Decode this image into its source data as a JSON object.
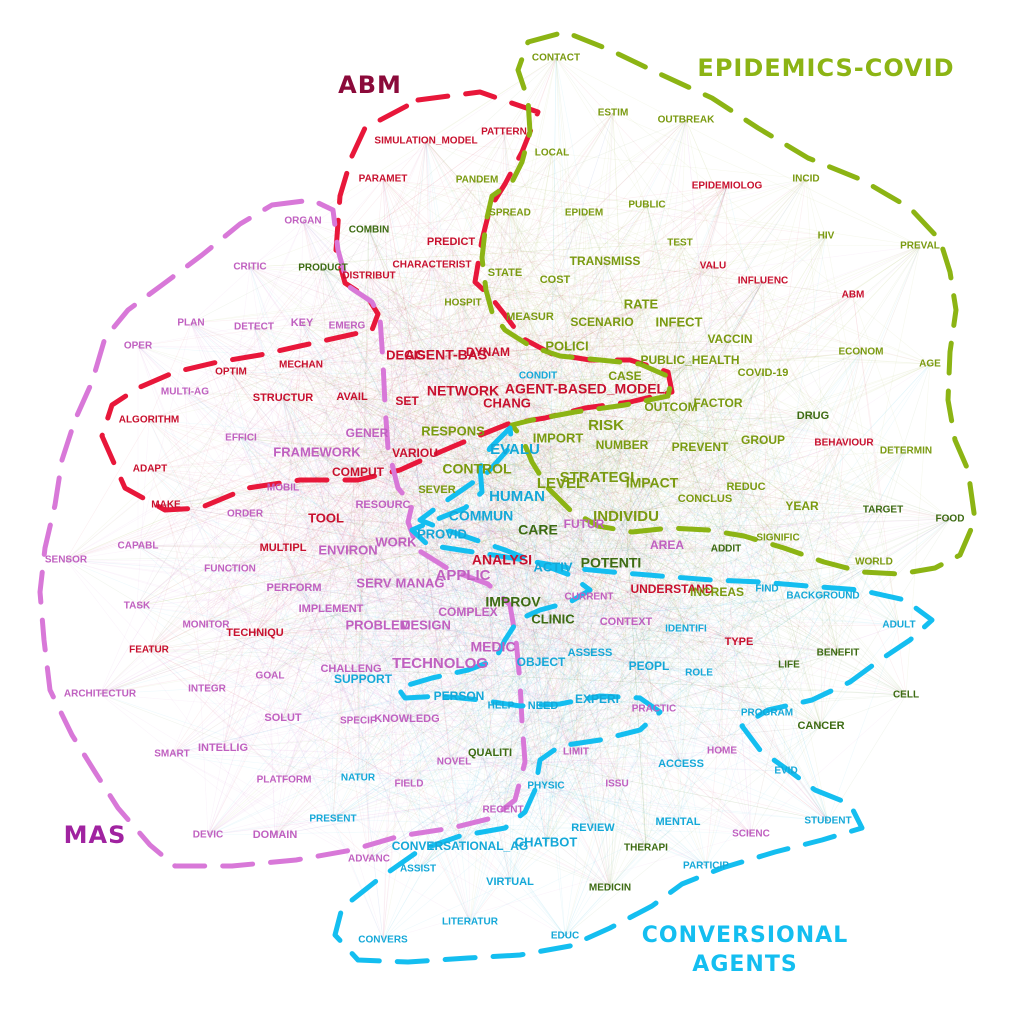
{
  "colors": {
    "abm": "#e8173a",
    "abm_label": "#8b0a3a",
    "mas": "#d878d8",
    "mas_label": "#a023a0",
    "epidemics": "#8cb414",
    "epidemics_label": "#8cb414",
    "conversational": "#14bef0",
    "conversational_label": "#14bef0"
  },
  "chart_data": {
    "type": "network",
    "clusters": [
      {
        "id": "abm",
        "label": "ABM"
      },
      {
        "id": "epidemics",
        "label": "EPIDEMICS-COVID"
      },
      {
        "id": "mas",
        "label": "MAS"
      },
      {
        "id": "conversational",
        "label": "CONVERSIONAL AGENTS"
      }
    ],
    "keywords": [
      {
        "text": "CONTACT",
        "color": "#7a9a10"
      },
      {
        "text": "ESTIM",
        "color": "#7a9a10"
      },
      {
        "text": "OUTBREAK",
        "color": "#7a9a10"
      },
      {
        "text": "LOCAL",
        "color": "#7a9a10"
      },
      {
        "text": "PATTERN",
        "color": "#c8102e"
      },
      {
        "text": "SIMULATION_MODEL",
        "color": "#c8102e"
      },
      {
        "text": "PARAMET",
        "color": "#c8102e"
      },
      {
        "text": "PANDEM",
        "color": "#7a9a10"
      },
      {
        "text": "EPIDEMIOLOG",
        "color": "#c8102e"
      },
      {
        "text": "INCID",
        "color": "#7a9a10"
      },
      {
        "text": "SPREAD",
        "color": "#7a9a10"
      },
      {
        "text": "EPIDEM",
        "color": "#7a9a10"
      },
      {
        "text": "PUBLIC",
        "color": "#7a9a10"
      },
      {
        "text": "ORGAN",
        "color": "#c060c0"
      },
      {
        "text": "COMBIN",
        "color": "#3d6b12"
      },
      {
        "text": "PREDICT",
        "color": "#c8102e"
      },
      {
        "text": "TEST",
        "color": "#7a9a10"
      },
      {
        "text": "HIV",
        "color": "#7a9a10"
      },
      {
        "text": "PREVAL",
        "color": "#7a9a10"
      },
      {
        "text": "CRITIC",
        "color": "#c060c0"
      },
      {
        "text": "PRODUCT",
        "color": "#3d6b12"
      },
      {
        "text": "DISTRIBUT",
        "color": "#c8102e"
      },
      {
        "text": "CHARACTERIST",
        "color": "#c8102e"
      },
      {
        "text": "STATE",
        "color": "#7a9a10"
      },
      {
        "text": "COST",
        "color": "#7a9a10"
      },
      {
        "text": "TRANSMISS",
        "color": "#7a9a10"
      },
      {
        "text": "VALU",
        "color": "#c8102e"
      },
      {
        "text": "INFLUENC",
        "color": "#c8102e"
      },
      {
        "text": "ABM",
        "color": "#c8102e"
      },
      {
        "text": "PLAN",
        "color": "#c060c0"
      },
      {
        "text": "DETECT",
        "color": "#c060c0"
      },
      {
        "text": "KEY",
        "color": "#c060c0"
      },
      {
        "text": "HOSPIT",
        "color": "#7a9a10"
      },
      {
        "text": "RATE",
        "color": "#7a9a10"
      },
      {
        "text": "EMERG",
        "color": "#c060c0"
      },
      {
        "text": "MEASUR",
        "color": "#7a9a10"
      },
      {
        "text": "SCENARIO",
        "color": "#7a9a10"
      },
      {
        "text": "INFECT",
        "color": "#7a9a10"
      },
      {
        "text": "VACCIN",
        "color": "#7a9a10"
      },
      {
        "text": "ECONOM",
        "color": "#7a9a10"
      },
      {
        "text": "AGE",
        "color": "#7a9a10"
      },
      {
        "text": "OPER",
        "color": "#c060c0"
      },
      {
        "text": "DECIS",
        "color": "#c8102e"
      },
      {
        "text": "AGENT-BAS",
        "color": "#c8102e"
      },
      {
        "text": "DYNAM",
        "color": "#c8102e"
      },
      {
        "text": "POLICI",
        "color": "#7a9a10"
      },
      {
        "text": "PUBLIC_HEALTH",
        "color": "#7a9a10"
      },
      {
        "text": "MECHAN",
        "color": "#c8102e"
      },
      {
        "text": "OPTIM",
        "color": "#c8102e"
      },
      {
        "text": "CONDIT",
        "color": "#14a8d8"
      },
      {
        "text": "CASE",
        "color": "#7a9a10"
      },
      {
        "text": "COVID-19",
        "color": "#7a9a10"
      },
      {
        "text": "MULTI-AG",
        "color": "#c060c0"
      },
      {
        "text": "STRUCTUR",
        "color": "#c8102e"
      },
      {
        "text": "AVAIL",
        "color": "#c8102e"
      },
      {
        "text": "NETWORK",
        "color": "#c8102e"
      },
      {
        "text": "AGENT-BASED_MODEL",
        "color": "#c8102e"
      },
      {
        "text": "SET",
        "color": "#c8102e"
      },
      {
        "text": "CHANG",
        "color": "#c8102e"
      },
      {
        "text": "OUTCOM",
        "color": "#7a9a10"
      },
      {
        "text": "FACTOR",
        "color": "#7a9a10"
      },
      {
        "text": "ALGORITHM",
        "color": "#c8102e"
      },
      {
        "text": "DRUG",
        "color": "#3d6b12"
      },
      {
        "text": "RESPONS",
        "color": "#7a9a10"
      },
      {
        "text": "RISK",
        "color": "#7a9a10"
      },
      {
        "text": "EFFICI",
        "color": "#c060c0"
      },
      {
        "text": "GENER",
        "color": "#c060c0"
      },
      {
        "text": "IMPORT",
        "color": "#7a9a10"
      },
      {
        "text": "EVALU",
        "color": "#14a8d8"
      },
      {
        "text": "NUMBER",
        "color": "#7a9a10"
      },
      {
        "text": "PREVENT",
        "color": "#7a9a10"
      },
      {
        "text": "GROUP",
        "color": "#7a9a10"
      },
      {
        "text": "BEHAVIOUR",
        "color": "#c8102e"
      },
      {
        "text": "DETERMIN",
        "color": "#7a9a10"
      },
      {
        "text": "FRAMEWORK",
        "color": "#c060c0"
      },
      {
        "text": "VARIOU",
        "color": "#c8102e"
      },
      {
        "text": "ADAPT",
        "color": "#c8102e"
      },
      {
        "text": "CONTROL",
        "color": "#7a9a10"
      },
      {
        "text": "COMPUT",
        "color": "#c8102e"
      },
      {
        "text": "STRATEGI",
        "color": "#7a9a10"
      },
      {
        "text": "LEVEL",
        "color": "#7a9a10"
      },
      {
        "text": "IMPACT",
        "color": "#7a9a10"
      },
      {
        "text": "MOBIL",
        "color": "#c060c0"
      },
      {
        "text": "SEVER",
        "color": "#7a9a10"
      },
      {
        "text": "HUMAN",
        "color": "#14a8d8"
      },
      {
        "text": "REDUC",
        "color": "#7a9a10"
      },
      {
        "text": "CONCLUS",
        "color": "#7a9a10"
      },
      {
        "text": "MAKE",
        "color": "#c8102e"
      },
      {
        "text": "RESOURC",
        "color": "#c060c0"
      },
      {
        "text": "YEAR",
        "color": "#7a9a10"
      },
      {
        "text": "TARGET",
        "color": "#3d6b12"
      },
      {
        "text": "ORDER",
        "color": "#c060c0"
      },
      {
        "text": "TOOL",
        "color": "#c8102e"
      },
      {
        "text": "COMMUN",
        "color": "#14a8d8"
      },
      {
        "text": "INDIVIDU",
        "color": "#7a9a10"
      },
      {
        "text": "FOOD",
        "color": "#3d6b12"
      },
      {
        "text": "CARE",
        "color": "#3d6b12"
      },
      {
        "text": "FUTUR",
        "color": "#c060c0"
      },
      {
        "text": "SIGNIFIC",
        "color": "#7a9a10"
      },
      {
        "text": "SENSOR",
        "color": "#c060c0"
      },
      {
        "text": "CAPABL",
        "color": "#c060c0"
      },
      {
        "text": "MULTIPL",
        "color": "#c8102e"
      },
      {
        "text": "ENVIRON",
        "color": "#c060c0"
      },
      {
        "text": "WORK",
        "color": "#c060c0"
      },
      {
        "text": "PROVID",
        "color": "#14a8d8"
      },
      {
        "text": "AREA",
        "color": "#c060c0"
      },
      {
        "text": "ADDIT",
        "color": "#3d6b12"
      },
      {
        "text": "WORLD",
        "color": "#7a9a10"
      },
      {
        "text": "ANALYSI",
        "color": "#c8102e"
      },
      {
        "text": "POTENTI",
        "color": "#3d6b12"
      },
      {
        "text": "ACTIV",
        "color": "#14a8d8"
      },
      {
        "text": "FUNCTION",
        "color": "#c060c0"
      },
      {
        "text": "APPLIC",
        "color": "#c060c0"
      },
      {
        "text": "SERV",
        "color": "#c060c0"
      },
      {
        "text": "MANAG",
        "color": "#c060c0"
      },
      {
        "text": "PERFORM",
        "color": "#c060c0"
      },
      {
        "text": "UNDERSTAND",
        "color": "#c8102e"
      },
      {
        "text": "INCREAS",
        "color": "#7a9a10"
      },
      {
        "text": "FIND",
        "color": "#14a8d8"
      },
      {
        "text": "BACKGROUND",
        "color": "#14a8d8"
      },
      {
        "text": "TASK",
        "color": "#c060c0"
      },
      {
        "text": "IMPLEMENT",
        "color": "#c060c0"
      },
      {
        "text": "IMPROV",
        "color": "#3d6b12"
      },
      {
        "text": "CURRENT",
        "color": "#c060c0"
      },
      {
        "text": "COMPLEX",
        "color": "#c060c0"
      },
      {
        "text": "MONITOR",
        "color": "#c060c0"
      },
      {
        "text": "PROBLEM",
        "color": "#c060c0"
      },
      {
        "text": "DESIGN",
        "color": "#c060c0"
      },
      {
        "text": "CLINIC",
        "color": "#3d6b12"
      },
      {
        "text": "CONTEXT",
        "color": "#c060c0"
      },
      {
        "text": "IDENTIFI",
        "color": "#14a8d8"
      },
      {
        "text": "TECHNIQU",
        "color": "#c8102e"
      },
      {
        "text": "FEATUR",
        "color": "#c8102e"
      },
      {
        "text": "TYPE",
        "color": "#c8102e"
      },
      {
        "text": "ADULT",
        "color": "#14a8d8"
      },
      {
        "text": "MEDIC",
        "color": "#c060c0"
      },
      {
        "text": "ASSESS",
        "color": "#14a8d8"
      },
      {
        "text": "BENEFIT",
        "color": "#3d6b12"
      },
      {
        "text": "GOAL",
        "color": "#c060c0"
      },
      {
        "text": "CHALLENG",
        "color": "#c060c0"
      },
      {
        "text": "TECHNOLOG",
        "color": "#c060c0"
      },
      {
        "text": "OBJECT",
        "color": "#14a8d8"
      },
      {
        "text": "PEOPL",
        "color": "#14a8d8"
      },
      {
        "text": "LIFE",
        "color": "#3d6b12"
      },
      {
        "text": "ROLE",
        "color": "#14a8d8"
      },
      {
        "text": "SUPPORT",
        "color": "#14a8d8"
      },
      {
        "text": "ARCHITECTUR",
        "color": "#c060c0"
      },
      {
        "text": "INTEGR",
        "color": "#c060c0"
      },
      {
        "text": "PERSON",
        "color": "#14a8d8"
      },
      {
        "text": "EXPERI",
        "color": "#14a8d8"
      },
      {
        "text": "CELL",
        "color": "#3d6b12"
      },
      {
        "text": "HELP",
        "color": "#14a8d8"
      },
      {
        "text": "NEED",
        "color": "#14a8d8"
      },
      {
        "text": "PRACTIC",
        "color": "#c060c0"
      },
      {
        "text": "PROGRAM",
        "color": "#14a8d8"
      },
      {
        "text": "SOLUT",
        "color": "#c060c0"
      },
      {
        "text": "SPECIF",
        "color": "#c060c0"
      },
      {
        "text": "KNOWLEDG",
        "color": "#c060c0"
      },
      {
        "text": "CANCER",
        "color": "#3d6b12"
      },
      {
        "text": "INTELLIG",
        "color": "#c060c0"
      },
      {
        "text": "SMART",
        "color": "#c060c0"
      },
      {
        "text": "QUALITI",
        "color": "#3d6b12"
      },
      {
        "text": "LIMIT",
        "color": "#c060c0"
      },
      {
        "text": "HOME",
        "color": "#c060c0"
      },
      {
        "text": "NOVEL",
        "color": "#c060c0"
      },
      {
        "text": "ACCESS",
        "color": "#14a8d8"
      },
      {
        "text": "EVID",
        "color": "#14a8d8"
      },
      {
        "text": "NATUR",
        "color": "#14a8d8"
      },
      {
        "text": "PLATFORM",
        "color": "#c060c0"
      },
      {
        "text": "FIELD",
        "color": "#c060c0"
      },
      {
        "text": "ISSU",
        "color": "#c060c0"
      },
      {
        "text": "PHYSIC",
        "color": "#14a8d8"
      },
      {
        "text": "RECENT",
        "color": "#c060c0"
      },
      {
        "text": "PRESENT",
        "color": "#14a8d8"
      },
      {
        "text": "MENTAL",
        "color": "#14a8d8"
      },
      {
        "text": "STUDENT",
        "color": "#14a8d8"
      },
      {
        "text": "REVIEW",
        "color": "#14a8d8"
      },
      {
        "text": "SCIENC",
        "color": "#c060c0"
      },
      {
        "text": "DEVIC",
        "color": "#c060c0"
      },
      {
        "text": "DOMAIN",
        "color": "#c060c0"
      },
      {
        "text": "CHATBOT",
        "color": "#14a8d8"
      },
      {
        "text": "CONVERSATIONAL_AG",
        "color": "#14a8d8"
      },
      {
        "text": "THERAPI",
        "color": "#3d6b12"
      },
      {
        "text": "ADVANC",
        "color": "#c060c0"
      },
      {
        "text": "ASSIST",
        "color": "#14a8d8"
      },
      {
        "text": "PARTICIP",
        "color": "#14a8d8"
      },
      {
        "text": "VIRTUAL",
        "color": "#14a8d8"
      },
      {
        "text": "MEDICIN",
        "color": "#3d6b12"
      },
      {
        "text": "LITERATUR",
        "color": "#14a8d8"
      },
      {
        "text": "CONVERS",
        "color": "#14a8d8"
      },
      {
        "text": "EDUC",
        "color": "#14a8d8"
      }
    ]
  }
}
